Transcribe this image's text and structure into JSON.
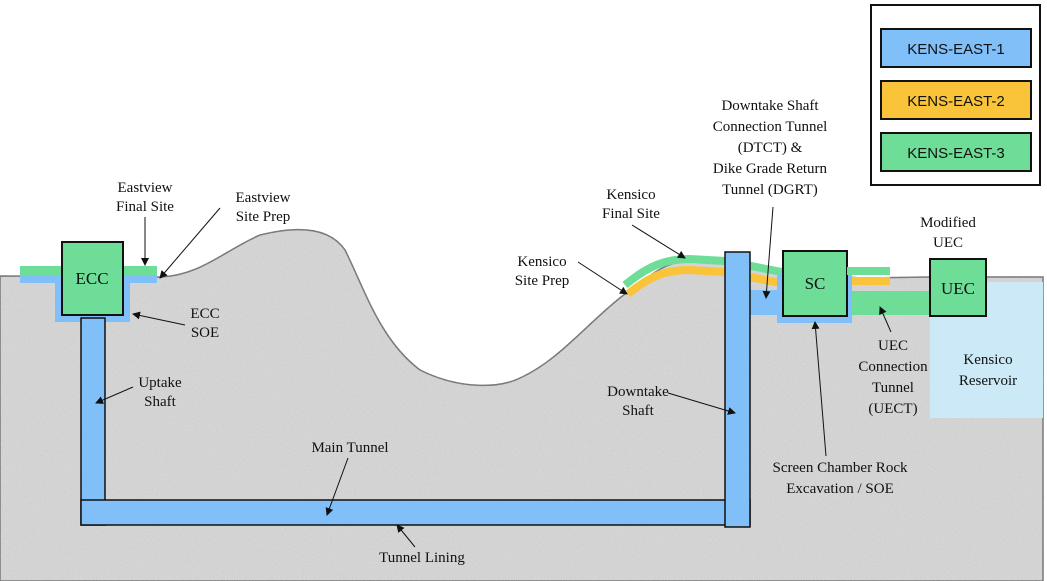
{
  "legend": [
    {
      "label": "KENS-EAST-1",
      "color": "#80bff8"
    },
    {
      "label": "KENS-EAST-2",
      "color": "#f9c43a"
    },
    {
      "label": "KENS-EAST-3",
      "color": "#6ddd97"
    }
  ],
  "structures": {
    "ecc": "ECC",
    "sc": "SC",
    "uec": "UEC"
  },
  "labels": {
    "eastview_final": [
      "Eastview",
      "Final Site"
    ],
    "eastview_prep": [
      "Eastview",
      "Site Prep"
    ],
    "ecc_soe": [
      "ECC",
      "SOE"
    ],
    "uptake": [
      "Uptake",
      "Shaft"
    ],
    "main_tunnel": "Main Tunnel",
    "tunnel_lining": "Tunnel Lining",
    "kensico_final": [
      "Kensico",
      "Final Site"
    ],
    "kensico_prep": [
      "Kensico",
      "Site Prep"
    ],
    "downtake": [
      "Downtake",
      "Shaft"
    ],
    "dtct": [
      "Downtake Shaft",
      "Connection Tunnel",
      "(DTCT) &",
      "Dike Grade Return",
      "Tunnel (DGRT)"
    ],
    "modified_uec": [
      "Modified",
      "UEC"
    ],
    "uect": [
      "UEC",
      "Connection",
      "Tunnel",
      "(UECT)"
    ],
    "reservoir": [
      "Kensico",
      "Reservoir"
    ],
    "screen_chamber": [
      "Screen Chamber Rock",
      "Excavation / SOE"
    ]
  }
}
